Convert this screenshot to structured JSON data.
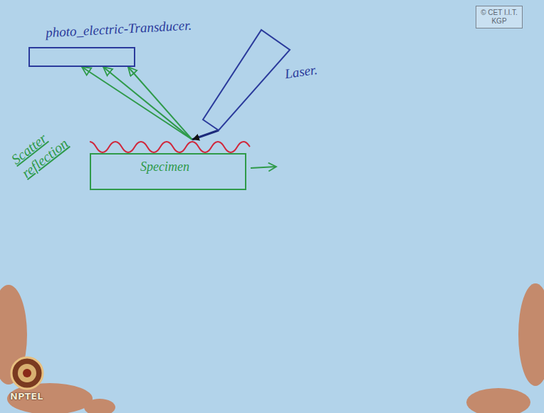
{
  "diagram": {
    "nodes": [
      {
        "text": [
          "photo_electric-Transducer."
        ]
      },
      {
        "text": [
          "Laser."
        ]
      },
      {
        "text": [
          "Specimen"
        ]
      },
      {
        "text": [
          "© CET I.I.T. KGP"
        ]
      }
    ],
    "edges": [
      {
        "from": 2,
        "to": 0,
        "arrow": "to"
      },
      {
        "from": 2,
        "to": 0,
        "arrow": "to"
      },
      {
        "from": 2,
        "to": 0,
        "arrow": "to"
      },
      {
        "from": 1,
        "to": 2,
        "arrow": "to"
      }
    ],
    "labels": [
      "Scatter reflection",
      "NPTEL"
    ]
  }
}
